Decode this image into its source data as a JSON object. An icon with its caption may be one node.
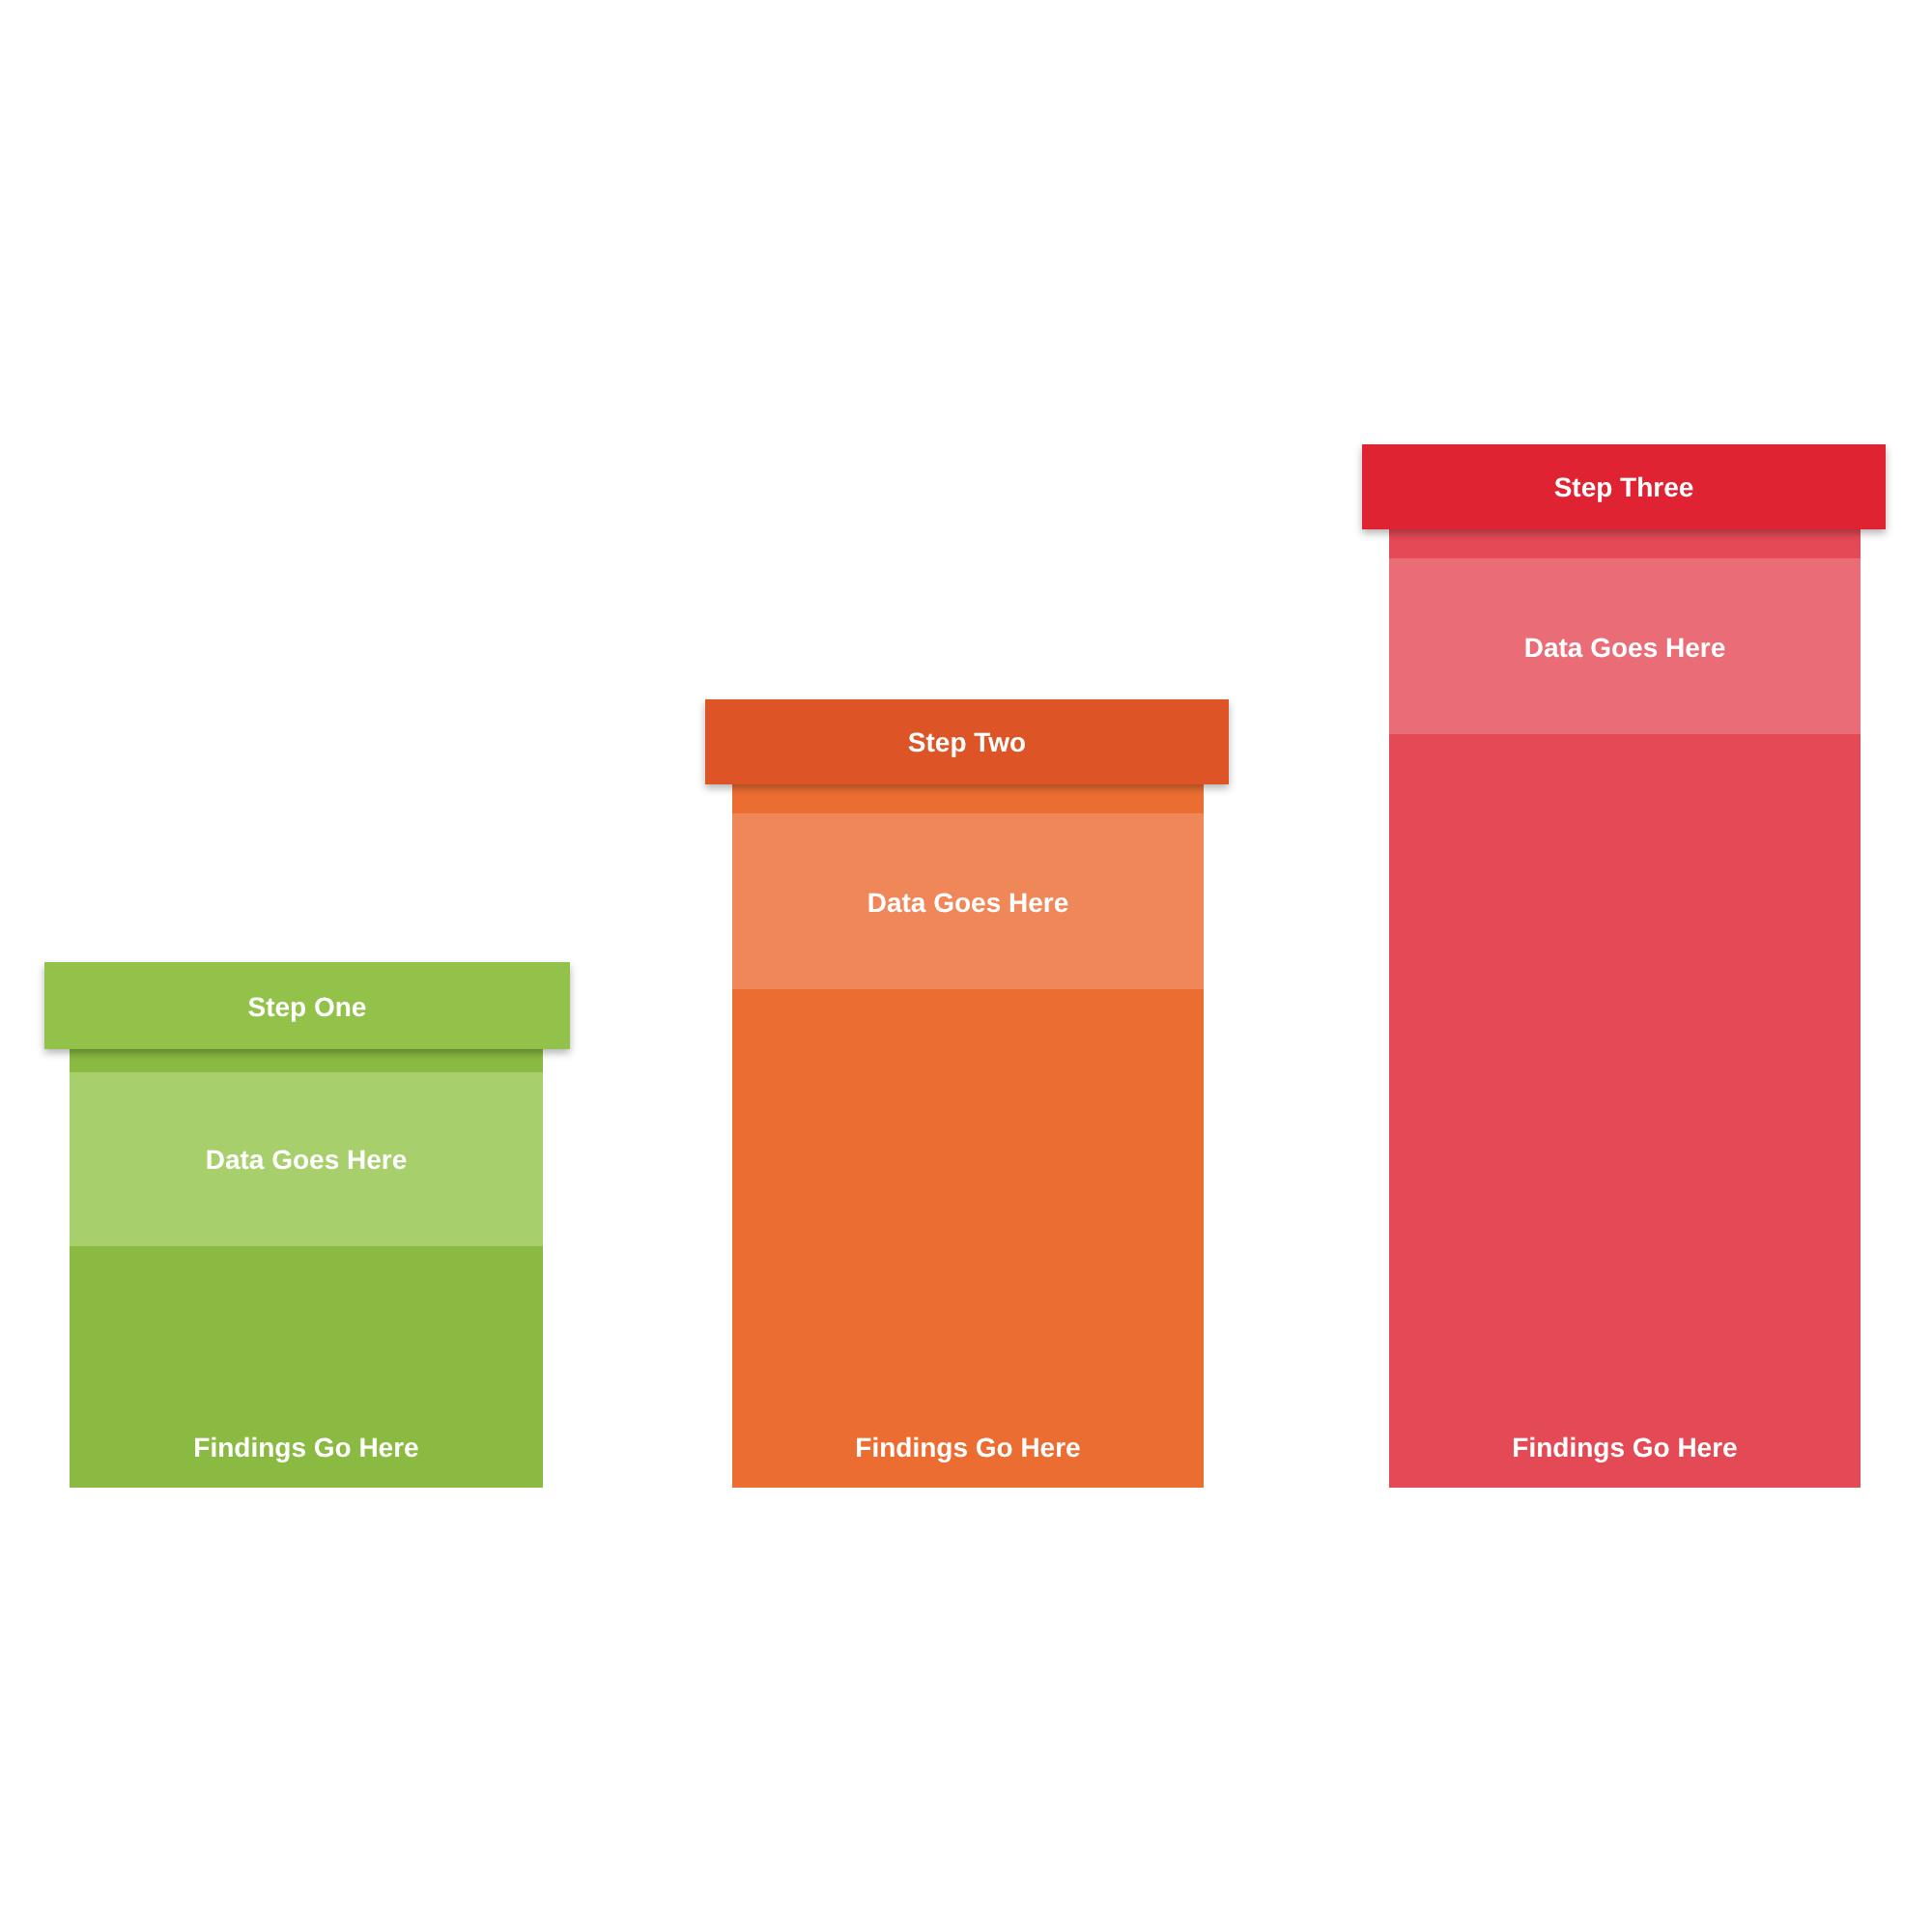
{
  "diagram": {
    "nodes": [
      {
        "text": [
          "Step One"
        ]
      },
      {
        "text": [
          "Findings Go Here"
        ]
      },
      {
        "text": [
          "Data Goes Here"
        ],
        "in": 1
      },
      {
        "text": [
          "Step Two"
        ]
      },
      {
        "text": [
          "Findings Go Here"
        ]
      },
      {
        "text": [
          "Data Goes Here"
        ],
        "in": 4
      },
      {
        "text": [
          "Step Three"
        ]
      },
      {
        "text": [
          "Findings Go Here"
        ]
      },
      {
        "text": [
          "Data Goes Here"
        ],
        "in": 7
      }
    ]
  }
}
